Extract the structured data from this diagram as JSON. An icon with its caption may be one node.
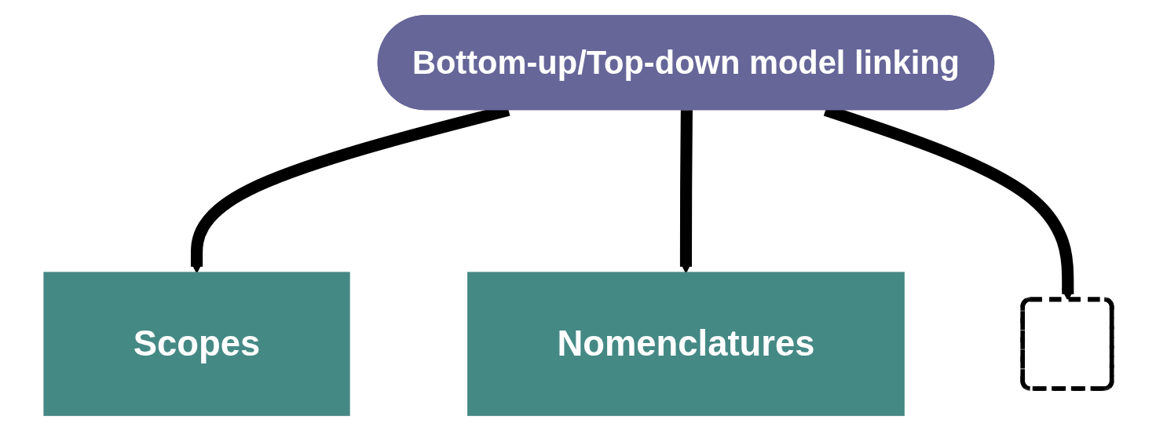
{
  "diagram": {
    "nodes": [
      {
        "text": [
          "Bottom-up/Top-down model linking"
        ]
      },
      {
        "text": [
          "Scopes"
        ]
      },
      {
        "text": [
          "Nomenclatures"
        ]
      },
      {
        "text": [],
        "shape": "box"
      }
    ],
    "edges": [
      {
        "from": 0,
        "to": 1,
        "arrow": "to"
      },
      {
        "from": 0,
        "to": 2,
        "arrow": "to"
      },
      {
        "from": 0,
        "to": 3,
        "arrow": "to"
      }
    ]
  }
}
